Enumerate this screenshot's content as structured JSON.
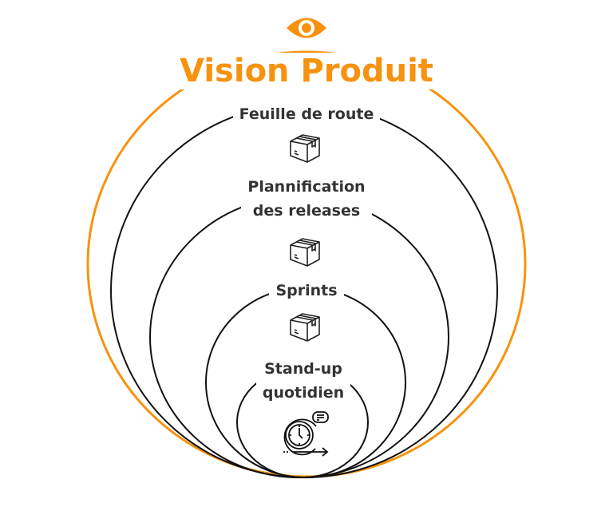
{
  "title": "Vision Produit",
  "levels": [
    {
      "label": "Feuille de route"
    },
    {
      "label_line1": "Plannification",
      "label_line2": "des releases"
    },
    {
      "label": "Sprints"
    },
    {
      "label_line1": "Stand-up",
      "label_line2": "quotidien"
    }
  ],
  "colors": {
    "accent": "#f7920f",
    "stroke": "#111111",
    "text": "#333333"
  }
}
